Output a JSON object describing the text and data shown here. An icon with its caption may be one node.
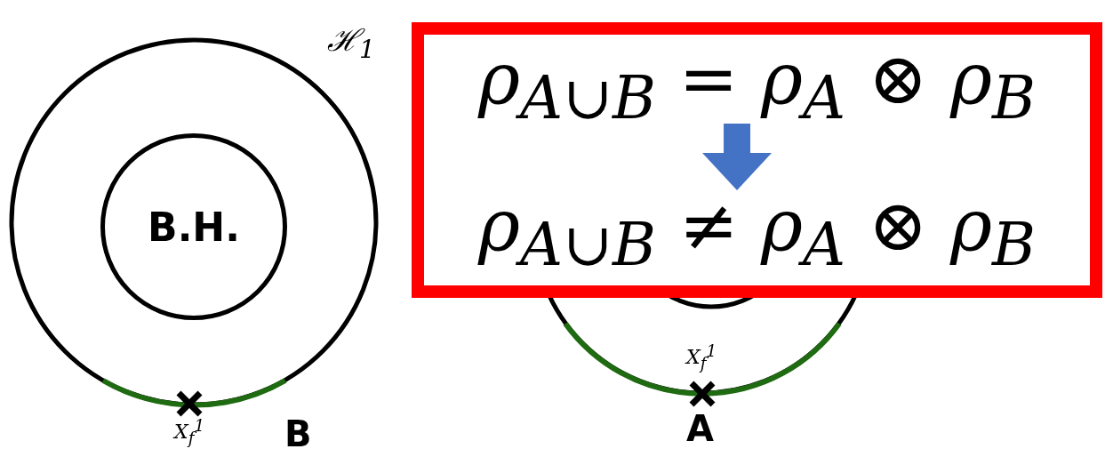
{
  "diagram": {
    "nodes": [
      {
        "text": [
          "B.H."
        ]
      },
      {
        "text": [],
        "shape": "box"
      },
      {
        "text": [
          "ρ$_{A∪B}$ = ρ$_{A}$ ⊗ ρ$_{B}$"
        ],
        "in": 1
      },
      {
        "text": [
          "ρ$_{A∪B}$ ≠ ρ$_{A}$ ⊗ ρ$_{B}$"
        ],
        "in": 1
      }
    ],
    "edges": [
      {
        "from": 2,
        "to": 3,
        "arrow": "to",
        "color": "#4472c4"
      }
    ],
    "labels": [
      "ℋ$_{1}$",
      "X$_{f}$$^{1}$",
      "B",
      "X$_{f}$$^{1}$",
      "A"
    ]
  }
}
